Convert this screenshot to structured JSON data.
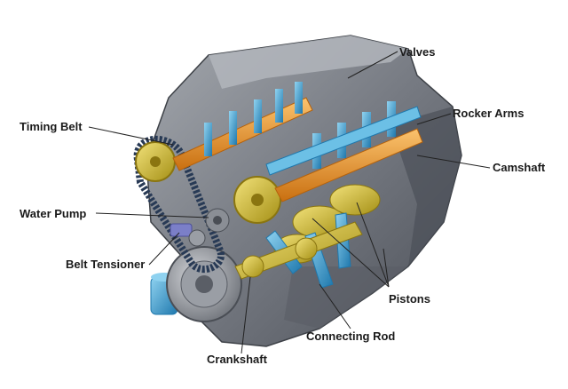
{
  "labels": {
    "valves": "Valves",
    "rocker_arms": "Rocker Arms",
    "timing_belt": "Timing Belt",
    "camshaft": "Camshaft",
    "water_pump": "Water Pump",
    "belt_tensioner": "Belt Tensioner",
    "pistons": "Pistons",
    "connecting_rod": "Connecting Rod",
    "crankshaft": "Crankshaft"
  },
  "colors": {
    "block": "#6d7179",
    "block_dark": "#4a4e55",
    "block_light": "#9a9ea5",
    "blue_part": "#49a9d8",
    "blue_dark": "#1f78ad",
    "gold_part": "#d8c23a",
    "gold_dark": "#a48f15",
    "cam_orange": "#f09a2c",
    "belt": "#283a55",
    "leader": "#222222"
  }
}
